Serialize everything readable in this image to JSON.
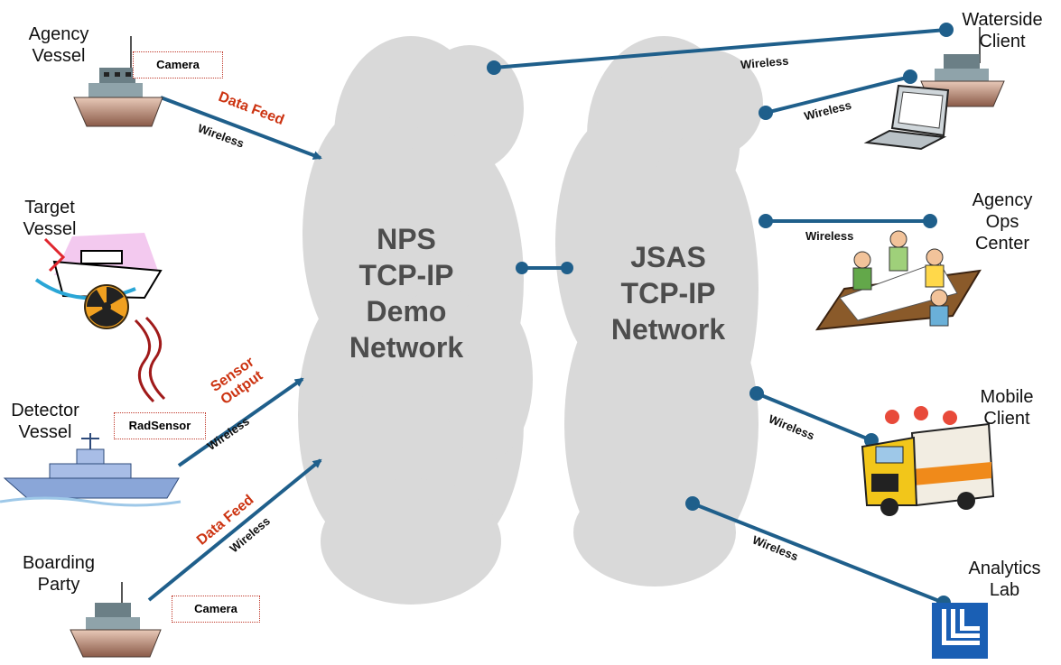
{
  "networks": {
    "nps": [
      "NPS",
      "TCP-IP",
      "Demo",
      "Network"
    ],
    "jsas": [
      "JSAS",
      "TCP-IP",
      "Network"
    ]
  },
  "nodes": {
    "agency_vessel": [
      "Agency",
      "Vessel"
    ],
    "target_vessel": [
      "Target",
      "Vessel"
    ],
    "detector_vessel": [
      "Detector",
      "Vessel"
    ],
    "boarding_party": [
      "Boarding",
      "Party"
    ],
    "waterside_client": [
      "Waterside",
      "Client"
    ],
    "agency_ops_center": [
      "Agency",
      "Ops",
      "Center"
    ],
    "mobile_client": [
      "Mobile",
      "Client"
    ],
    "analytics_lab": [
      "Analytics",
      "Lab"
    ]
  },
  "sensors": {
    "camera_top": "Camera",
    "radsensor": "RadSensor",
    "camera_bottom": "Camera"
  },
  "feeds": {
    "agency": "Data Feed",
    "sensor": [
      "Sensor",
      "Output"
    ],
    "boarding": "Data Feed"
  },
  "links": {
    "agency": "Wireless",
    "detector": "Wireless",
    "boarding": "Wireless",
    "waterside_ship": "Wireless",
    "waterside_laptop": "Wireless",
    "ops_center": "Wireless",
    "mobile": "Wireless",
    "lab": "Wireless"
  },
  "colors": {
    "cloud": "#d9d9d9",
    "link": "#1f5f8b",
    "feed_text": "#cc3311",
    "network_text": "#4d4d4d"
  }
}
